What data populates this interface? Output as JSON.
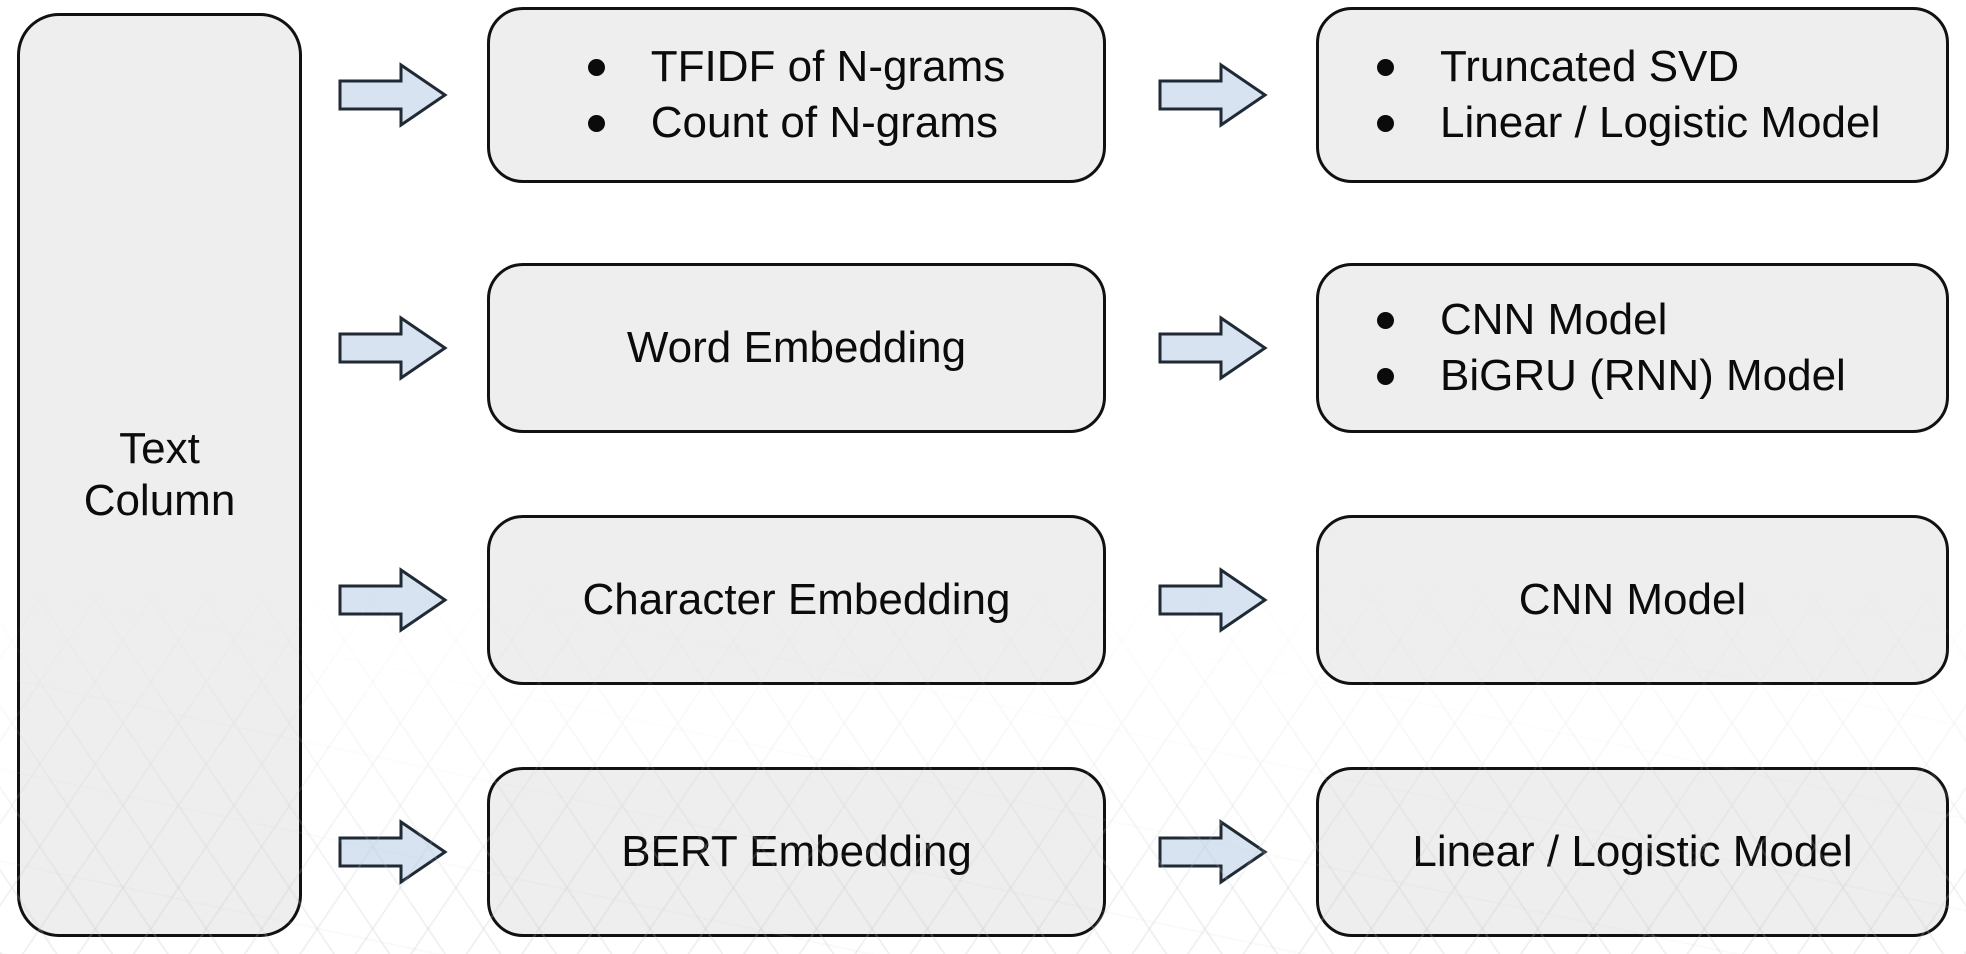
{
  "diagram": {
    "source": {
      "label": "Text Column",
      "line1": "Text",
      "line2": "Column"
    },
    "rows": [
      {
        "features": {
          "style": "bullets",
          "items": [
            "TFIDF of N-grams",
            "Count of N-grams"
          ]
        },
        "models": {
          "style": "bullets",
          "items": [
            "Truncated SVD",
            "Linear / Logistic Model"
          ]
        }
      },
      {
        "features": {
          "style": "plain",
          "label": "Word Embedding"
        },
        "models": {
          "style": "bullets",
          "items": [
            "CNN Model",
            "BiGRU (RNN) Model"
          ]
        }
      },
      {
        "features": {
          "style": "plain",
          "label": "Character Embedding"
        },
        "models": {
          "style": "plain",
          "label": "CNN Model"
        }
      },
      {
        "features": {
          "style": "plain",
          "label": "BERT Embedding"
        },
        "models": {
          "style": "plain",
          "label": "Linear / Logistic Model"
        }
      }
    ],
    "colors": {
      "box_fill": "#eeeeee",
      "box_border": "#111111",
      "arrow_fill": "#d7e3f1",
      "arrow_border": "#202a35",
      "background": "#ffffff",
      "text": "#0b0b0b"
    }
  }
}
